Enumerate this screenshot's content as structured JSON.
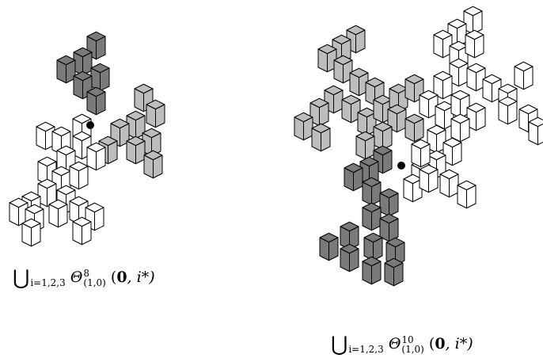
{
  "figures": [
    {
      "id": "left",
      "caption": {
        "union_symbol": "⋃",
        "union_index": "i=1,2,3",
        "theta": "Θ",
        "superscript": "8",
        "subscript": "(1,0)",
        "argument_open": "(",
        "argument_bold": "0",
        "argument_rest": ", i*)"
      },
      "shades": [
        "#7a7a7a",
        "#bdbdbd",
        "#ffffff"
      ]
    },
    {
      "id": "right",
      "caption": {
        "union_symbol": "⋃",
        "union_index": "i=1,2,3",
        "theta": "Θ",
        "superscript": "10",
        "subscript": "(1,0)",
        "argument_open": "(",
        "argument_bold": "0",
        "argument_rest": ", i*)"
      },
      "shades": [
        "#7a7a7a",
        "#bdbdbd",
        "#ffffff"
      ]
    }
  ],
  "colors": {
    "dark": "#7a7a7a",
    "light": "#bdbdbd",
    "white": "#ffffff",
    "stroke": "#000000",
    "dot": "#000000"
  }
}
